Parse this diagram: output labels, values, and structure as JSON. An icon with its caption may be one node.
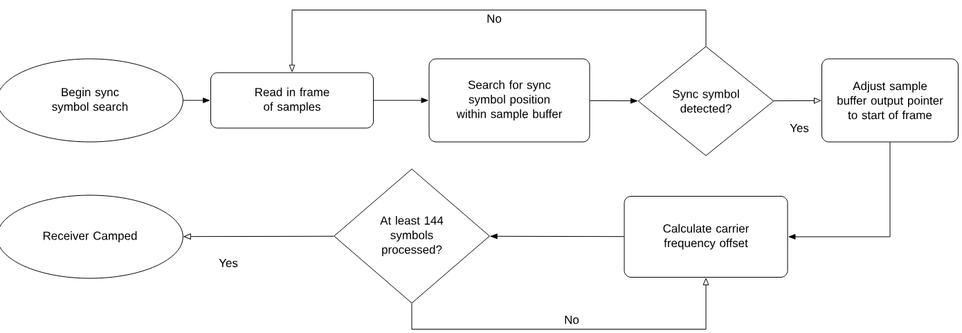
{
  "diagram": {
    "nodes": [
      {
        "text": [
          "Begin sync symbol search"
        ]
      },
      {
        "text": [
          "Read in frame of samples"
        ]
      },
      {
        "text": [
          "Search for sync symbol position within sample buffer"
        ]
      },
      {
        "text": [
          "Sync symbol detected?"
        ]
      },
      {
        "text": [
          "Adjust sample buffer output pointer to start of frame"
        ]
      },
      {
        "text": [
          "Calculate carrier frequency offset"
        ]
      },
      {
        "text": [
          "At least 144 symbols processed?"
        ]
      },
      {
        "text": [
          "Receiver Camped"
        ]
      }
    ],
    "edges": [
      {
        "from": 0,
        "to": 1,
        "arrow": "to"
      },
      {
        "from": 1,
        "to": 2,
        "arrow": "to"
      },
      {
        "from": 2,
        "to": 3,
        "arrow": "to"
      },
      {
        "from": 3,
        "to": 4,
        "arrow": "to",
        "label": "Yes"
      },
      {
        "from": 3,
        "to": 1,
        "arrow": "to",
        "label": "No"
      },
      {
        "from": 4,
        "to": 5,
        "arrow": "to"
      },
      {
        "from": 5,
        "to": 6,
        "arrow": "to"
      },
      {
        "from": 6,
        "to": 7,
        "arrow": "to",
        "label": "Yes"
      },
      {
        "from": 6,
        "to": 5,
        "arrow": "to",
        "label": "No"
      }
    ]
  }
}
